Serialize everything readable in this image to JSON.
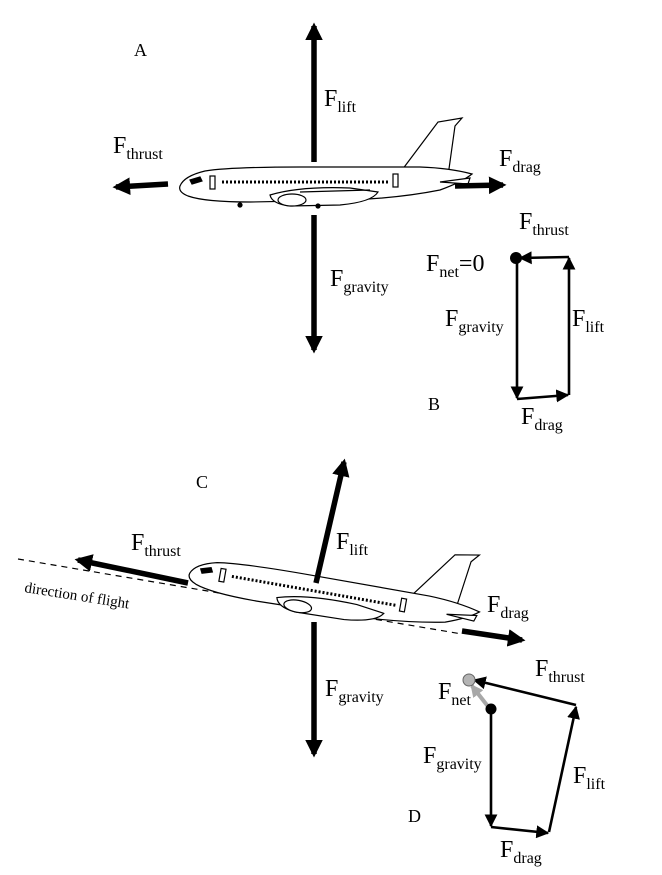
{
  "panels": {
    "a": "A",
    "b": "B",
    "c": "C",
    "d": "D"
  },
  "force_symbol": "F",
  "force_subscripts": {
    "lift": "lift",
    "thrust": "thrust",
    "drag": "drag",
    "gravity": "gravity",
    "net": "net"
  },
  "net_zero_suffix": "=0",
  "direction_of_flight": "direction of flight",
  "colors": {
    "ink": "#000000",
    "net_arrow": "#a8a8a8",
    "net_dot": "#b4b4b4"
  }
}
